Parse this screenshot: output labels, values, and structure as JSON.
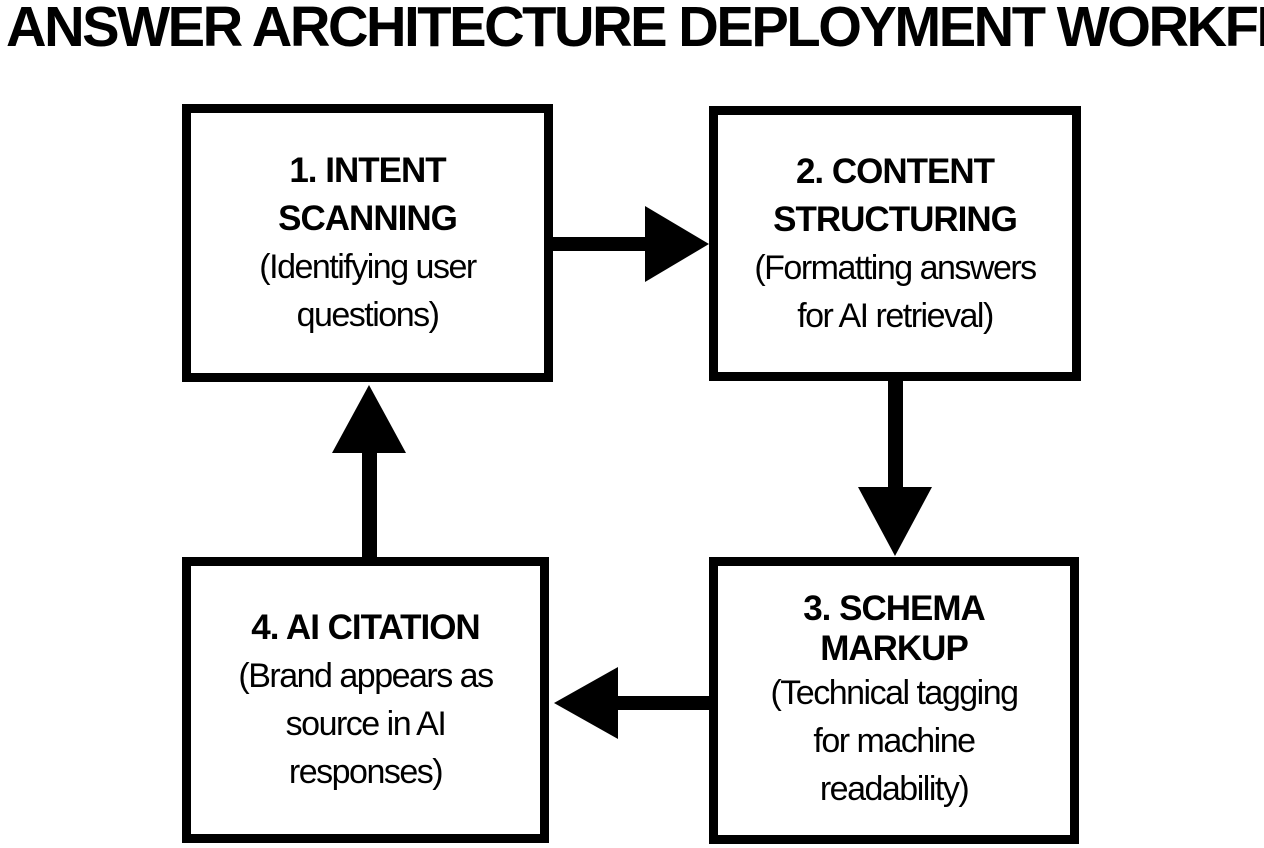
{
  "title": "ANSWER ARCHITECTURE DEPLOYMENT WORKFLOW",
  "colors": {
    "ink": "#000000",
    "background": "#ffffff"
  },
  "nodes": [
    {
      "id": "intent-scanning",
      "step": "1",
      "title_lines": [
        "1. INTENT",
        "SCANNING"
      ],
      "desc_lines": [
        "(Identifying user",
        "questions)"
      ]
    },
    {
      "id": "content-structuring",
      "step": "2",
      "title_lines": [
        "2. CONTENT",
        "STRUCTURING"
      ],
      "desc_lines": [
        "(Formatting answers",
        "for AI retrieval)"
      ]
    },
    {
      "id": "schema-markup",
      "step": "3",
      "title_lines": [
        "3. SCHEMA",
        "MARKUP"
      ],
      "desc_lines": [
        "(Technical tagging",
        "for machine",
        "readability)"
      ]
    },
    {
      "id": "ai-citation",
      "step": "4",
      "title_lines": [
        "4. AI CITATION"
      ],
      "desc_lines": [
        "(Brand appears as",
        "source in AI",
        "responses)"
      ]
    }
  ],
  "arrows": [
    {
      "from": "intent-scanning",
      "to": "content-structuring",
      "direction": "right"
    },
    {
      "from": "content-structuring",
      "to": "schema-markup",
      "direction": "down"
    },
    {
      "from": "schema-markup",
      "to": "ai-citation",
      "direction": "left"
    },
    {
      "from": "ai-citation",
      "to": "intent-scanning",
      "direction": "up"
    }
  ]
}
